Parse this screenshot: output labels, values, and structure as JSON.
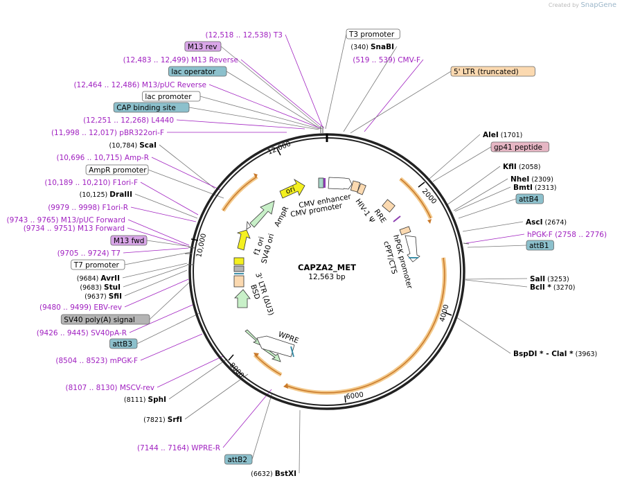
{
  "credit": {
    "prefix": "Created by",
    "brand": "SnapGene"
  },
  "plasmid": {
    "name": "CAPZA2_MET",
    "size_label": "12,563 bp",
    "length": 12563
  },
  "ticks": [
    "12,000",
    "2000",
    "4000",
    "6000",
    "8000",
    "10,000"
  ],
  "colors": {
    "backbone": "#222222",
    "primer": "#a020c0",
    "enzyme": "#000000",
    "feature_line": "#666666",
    "arrow_band": "#e8b04a"
  },
  "labels": [
    {
      "coord": "(12,518 .. 12,538)",
      "name": "T3",
      "kind": "primer"
    },
    {
      "coord": "",
      "name": "M13 rev",
      "kind": "box",
      "fill": "#d9a6e8"
    },
    {
      "coord": "",
      "name": "T3 promoter",
      "kind": "box",
      "fill": "#ffffff"
    },
    {
      "coord": "(340)",
      "name": "SnaBI",
      "kind": "enzyme"
    },
    {
      "coord": "(12,483 .. 12,499)",
      "name": "M13 Reverse",
      "kind": "primer"
    },
    {
      "coord": "(519 .. 539)",
      "name": "CMV-F",
      "kind": "primer"
    },
    {
      "coord": "",
      "name": "lac operator",
      "kind": "box",
      "fill": "#8cc0cc"
    },
    {
      "coord": "",
      "name": "5' LTR (truncated)",
      "kind": "box",
      "fill": "#fbd9b0"
    },
    {
      "coord": "(12,464 .. 12,486)",
      "name": "M13/pUC Reverse",
      "kind": "primer"
    },
    {
      "coord": "",
      "name": "lac promoter",
      "kind": "box",
      "fill": "#ffffff"
    },
    {
      "coord": "",
      "name": "CAP binding site",
      "kind": "box",
      "fill": "#8cc0cc"
    },
    {
      "coord": "(12,251 .. 12,268)",
      "name": "L4440",
      "kind": "primer"
    },
    {
      "coord": "(11,998 .. 12,017)",
      "name": "pBR322ori-F",
      "kind": "primer"
    },
    {
      "coord": "(10,784)",
      "name": "ScaI",
      "kind": "enzyme"
    },
    {
      "coord": "(10,696 .. 10,715)",
      "name": "Amp-R",
      "kind": "primer"
    },
    {
      "coord": "",
      "name": "AmpR promoter",
      "kind": "box",
      "fill": "#ffffff"
    },
    {
      "coord": "(10,189 .. 10,210)",
      "name": "F1ori-F",
      "kind": "primer"
    },
    {
      "coord": "(10,125)",
      "name": "DraIII",
      "kind": "enzyme"
    },
    {
      "coord": "(9979 .. 9998)",
      "name": "F1ori-R",
      "kind": "primer"
    },
    {
      "coord": "(9743 .. 9765)",
      "name": "M13/pUC Forward",
      "kind": "primer"
    },
    {
      "coord": "(9734 .. 9751)",
      "name": "M13 Forward",
      "kind": "primer"
    },
    {
      "coord": "",
      "name": "M13 fwd",
      "kind": "box",
      "fill": "#d9a6e8"
    },
    {
      "coord": "(9705 .. 9724)",
      "name": "T7",
      "kind": "primer"
    },
    {
      "coord": "",
      "name": "T7 promoter",
      "kind": "box",
      "fill": "#ffffff"
    },
    {
      "coord": "(9684)",
      "name": "AvrII",
      "kind": "enzyme"
    },
    {
      "coord": "(9683)",
      "name": "StuI",
      "kind": "enzyme"
    },
    {
      "coord": "(9637)",
      "name": "SfiI",
      "kind": "enzyme"
    },
    {
      "coord": "(9480 .. 9499)",
      "name": "EBV-rev",
      "kind": "primer"
    },
    {
      "coord": "",
      "name": "SV40 poly(A) signal",
      "kind": "box",
      "fill": "#b4b4b4"
    },
    {
      "coord": "(9426 .. 9445)",
      "name": "SV40pA-R",
      "kind": "primer"
    },
    {
      "coord": "",
      "name": "attB3",
      "kind": "box",
      "fill": "#8cc0cc"
    },
    {
      "coord": "(8504 .. 8523)",
      "name": "mPGK-F",
      "kind": "primer"
    },
    {
      "coord": "(8107 .. 8130)",
      "name": "MSCV-rev",
      "kind": "primer"
    },
    {
      "coord": "(8111)",
      "name": "SphI",
      "kind": "enzyme"
    },
    {
      "coord": "(7821)",
      "name": "SrfI",
      "kind": "enzyme"
    },
    {
      "coord": "(7144 .. 7164)",
      "name": "WPRE-R",
      "kind": "primer"
    },
    {
      "coord": "",
      "name": "attB2",
      "kind": "box",
      "fill": "#8cc0cc"
    },
    {
      "coord": "(6632)",
      "name": "BstXI",
      "kind": "enzyme"
    },
    {
      "coord": "(1701)",
      "name": "AleI",
      "kind": "enzyme"
    },
    {
      "coord": "",
      "name": "gp41 peptide",
      "kind": "box",
      "fill": "#e6b6c4"
    },
    {
      "coord": "(2058)",
      "name": "KflI",
      "kind": "enzyme"
    },
    {
      "coord": "(2309)",
      "name": "NheI",
      "kind": "enzyme"
    },
    {
      "coord": "(2313)",
      "name": "BmtI",
      "kind": "enzyme"
    },
    {
      "coord": "",
      "name": "attB4",
      "kind": "box",
      "fill": "#8cc0cc"
    },
    {
      "coord": "(2674)",
      "name": "AscI",
      "kind": "enzyme"
    },
    {
      "coord": "(2758 .. 2776)",
      "name": "hPGK-F",
      "kind": "primer"
    },
    {
      "coord": "",
      "name": "attB1",
      "kind": "box",
      "fill": "#8cc0cc"
    },
    {
      "coord": "(3253)",
      "name": "SalI",
      "kind": "enzyme"
    },
    {
      "coord": "(3270)",
      "name": "BclI *",
      "kind": "enzyme"
    },
    {
      "coord": "(3963)",
      "name": "BspDI * - ClaI *",
      "kind": "enzyme"
    }
  ],
  "features": [
    {
      "name": "CMV enhancer"
    },
    {
      "name": "CMV promoter"
    },
    {
      "name": "HIV-1 Ψ"
    },
    {
      "name": "RRE"
    },
    {
      "name": "cPPT/CTS"
    },
    {
      "name": "hPGK promoter"
    },
    {
      "name": "ori"
    },
    {
      "name": "AmpR"
    },
    {
      "name": "f1 ori"
    },
    {
      "name": "SV40 ori"
    },
    {
      "name": "3' LTR (ΔU3)"
    },
    {
      "name": "BSD"
    },
    {
      "name": "WPRE"
    }
  ]
}
